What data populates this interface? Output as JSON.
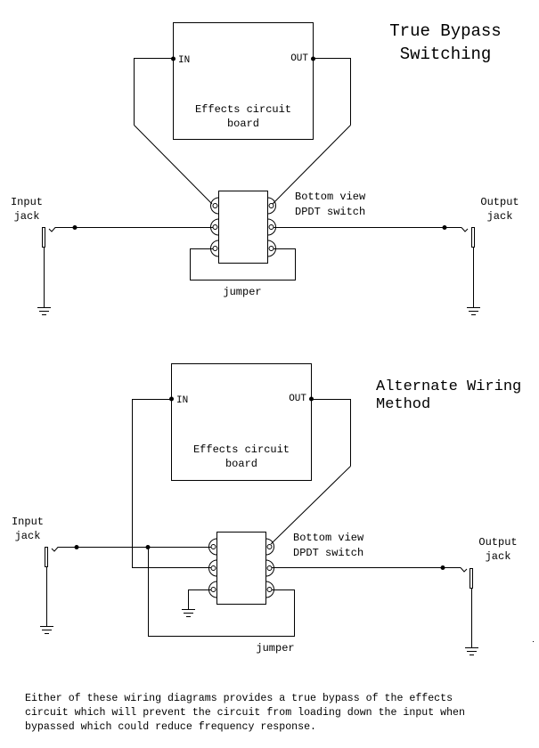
{
  "diagrams": [
    {
      "title_lines": [
        "True Bypass",
        "Switching"
      ],
      "effects_board": {
        "label_lines": [
          "Effects circuit",
          "board"
        ],
        "in_label": "IN",
        "out_label": "OUT"
      },
      "switch": {
        "label_lines": [
          "Bottom view",
          "DPDT switch"
        ]
      },
      "input_jack": {
        "label_lines": [
          "Input",
          "jack"
        ]
      },
      "output_jack": {
        "label_lines": [
          "Output",
          "jack"
        ]
      },
      "jumper_label": "jumper"
    },
    {
      "title_lines": [
        "Alternate Wiring",
        "Method"
      ],
      "effects_board": {
        "label_lines": [
          "Effects circuit",
          "board"
        ],
        "in_label": "IN",
        "out_label": "OUT"
      },
      "switch": {
        "label_lines": [
          "Bottom view",
          "DPDT switch"
        ]
      },
      "input_jack": {
        "label_lines": [
          "Input",
          "jack"
        ]
      },
      "output_jack": {
        "label_lines": [
          "Output",
          "jack"
        ]
      },
      "jumper_label": "jumper"
    }
  ],
  "footnote": "Either of these wiring diagrams provides a true bypass of the effects\ncircuit which will prevent the circuit from loading down the input when\nbypassed which could reduce frequency response."
}
